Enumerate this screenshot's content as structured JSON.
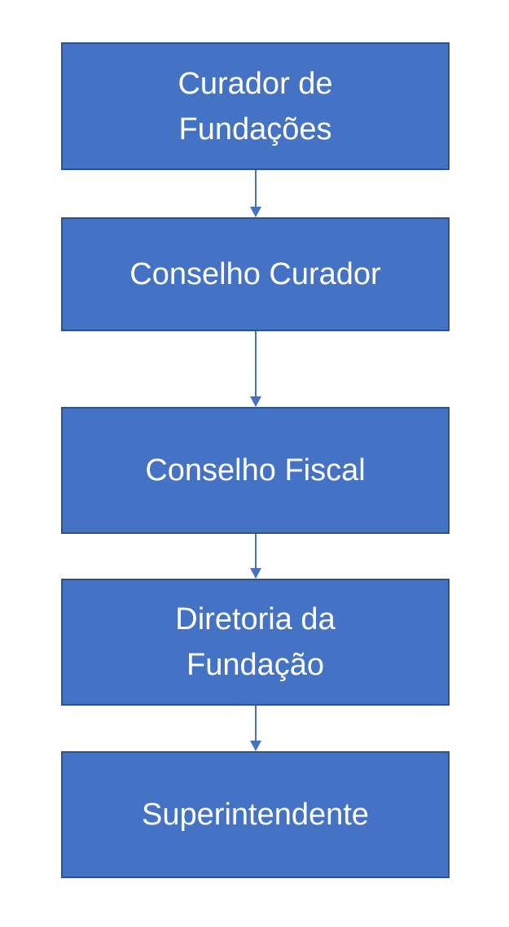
{
  "diagram": {
    "colors": {
      "box_fill": "#4472c4",
      "box_border": "#2f528f",
      "text": "#ffffff",
      "connector": "#4472c4",
      "background": "#ffffff"
    },
    "nodes": [
      {
        "label": "Curador de\nFundações"
      },
      {
        "label": "Conselho Curador"
      },
      {
        "label": "Conselho Fiscal"
      },
      {
        "label": "Diretoria da\nFundação"
      },
      {
        "label": "Superintendente"
      }
    ],
    "edges": [
      {
        "from": 0,
        "to": 1
      },
      {
        "from": 1,
        "to": 2
      },
      {
        "from": 2,
        "to": 3
      },
      {
        "from": 3,
        "to": 4
      }
    ]
  }
}
